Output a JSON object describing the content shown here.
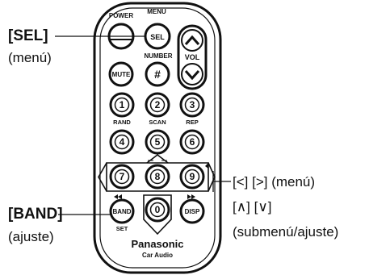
{
  "remote": {
    "labels": {
      "power": "POWER",
      "menu": "MENU",
      "sel": "SEL",
      "vol": "VOL",
      "mute": "MUTE",
      "number": "NUMBER",
      "hash": "#",
      "rand": "RAND",
      "scan": "SCAN",
      "rep": "REP",
      "band": "BAND",
      "set": "SET",
      "disp": "DISP",
      "brand": "Panasonic",
      "sub_brand": "Car Audio"
    },
    "digits": [
      "1",
      "2",
      "3",
      "4",
      "5",
      "6",
      "7",
      "8",
      "9",
      "0"
    ]
  },
  "callouts": {
    "sel": {
      "key": "[SEL]",
      "desc": "(menú)"
    },
    "band": {
      "key": "[BAND]",
      "desc": "(ajuste)"
    },
    "nav": {
      "line1": "[<] [>] (menú)",
      "line2": "[∧] [∨]",
      "line3": "(submenú/ajuste)"
    }
  },
  "colors": {
    "ink": "#111111",
    "button": "#ffffff",
    "body": "#ffffff"
  }
}
